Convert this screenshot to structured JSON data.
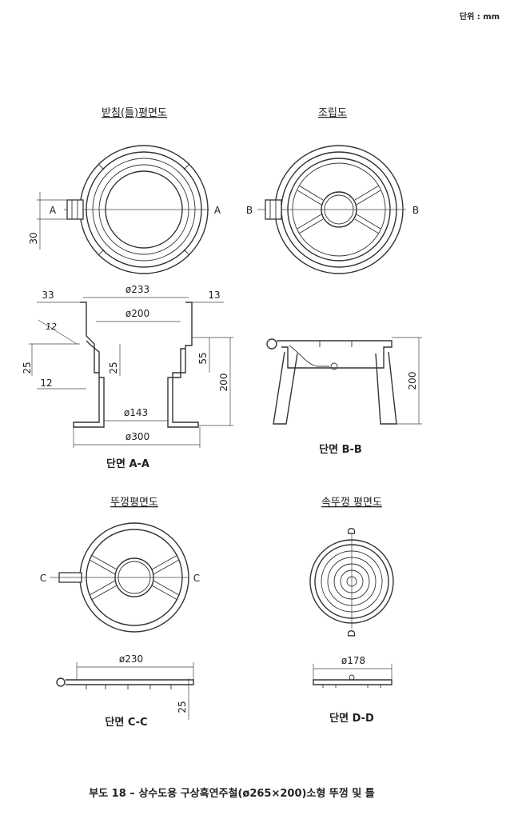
{
  "unit_note": "단위 : mm",
  "views": {
    "base_plan_title": "받침(틀)평면도",
    "assembly_title": "조립도",
    "lid_plan_title": "뚜껑평면도",
    "inner_lid_plan_title": "속뚜껑 평면도"
  },
  "section_marks": {
    "a": "A",
    "b": "B",
    "c": "C",
    "d": "D"
  },
  "dimensions": {
    "base_hinge_offset": "30",
    "d233": "ø233",
    "d200": "ø200",
    "d143": "ø143",
    "d300": "ø300",
    "w33": "33",
    "w13": "13",
    "r12": "12",
    "h25a": "25",
    "h25b": "25",
    "w12": "12",
    "h55": "55",
    "h200a": "200",
    "h200b": "200",
    "d230": "ø230",
    "h25c": "25",
    "d178": "ø178"
  },
  "section_titles": {
    "aa": "단면 A-A",
    "bb": "단면 B-B",
    "cc": "단면 C-C",
    "dd": "단면 D-D"
  },
  "caption": "부도 18 – 상수도용 구상흑연주철(ø265×200)소형 뚜껑 및 틀"
}
